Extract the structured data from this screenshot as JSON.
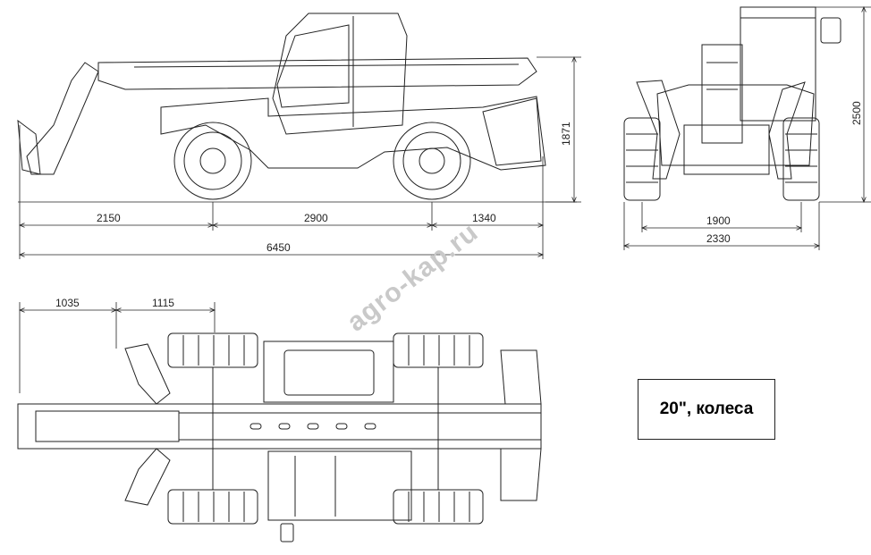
{
  "dimensions": {
    "side_rear_overhang": "2150",
    "side_wheelbase": "2900",
    "side_front_overhang": "1340",
    "side_total_length": "6450",
    "side_height": "1871",
    "front_track": "1900",
    "front_width": "2330",
    "front_height": "2500",
    "top_left_a": "1035",
    "top_left_b": "1115"
  },
  "watermark": "agro-kap.ru",
  "wheel_label": "20\", колеса"
}
